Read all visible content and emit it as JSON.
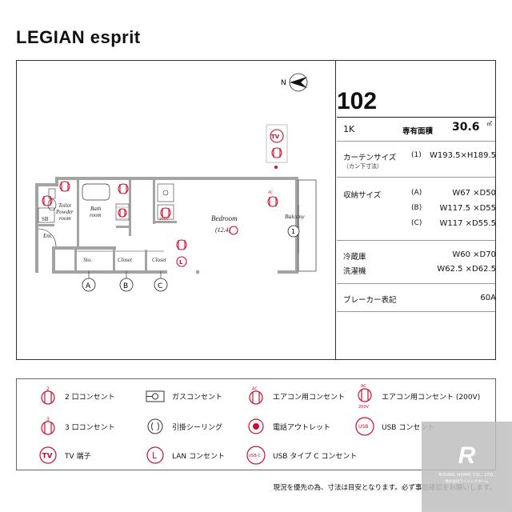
{
  "title": "LEGIAN esprit",
  "unit": {
    "number": "102",
    "layout": "1K",
    "area_label": "専有面積",
    "area_value": "30.6",
    "area_unit": "㎡"
  },
  "curtain": {
    "label": "カーテンサイズ",
    "sub": "（カン下寸法）",
    "marker": "1",
    "value": "W193.5×H189.5"
  },
  "storage": {
    "label": "収納サイズ",
    "items": [
      {
        "marker": "A",
        "value": "W67 ×D50"
      },
      {
        "marker": "B",
        "value": "W117.5 ×D55"
      },
      {
        "marker": "C",
        "value": "W117 ×D55.5"
      }
    ]
  },
  "fridge": {
    "label": "冷蔵庫",
    "value": "W60 ×D70"
  },
  "washer": {
    "label": "洗濯機",
    "value": "W62.5 ×D62.5"
  },
  "breaker": {
    "label": "ブレーカー表記",
    "value": "60A"
  },
  "floorplan": {
    "rooms": {
      "toilet": [
        "Toilet",
        "Powder",
        "room"
      ],
      "bath": [
        "Bath",
        "room"
      ],
      "bedroom": "Bedroom",
      "bedroom_size": "(12.4)",
      "balcony": "Balcony",
      "sb": "SB",
      "ent": "Ent.",
      "sto": "Sto.",
      "closet1": "Closet",
      "closet2": "Closet"
    },
    "markers": {
      "a": "A",
      "b": "B",
      "c": "C",
      "window": "1"
    },
    "compass": "N",
    "outlet_tv": "TV",
    "outlet_l": "L",
    "outlet_ac": "AC",
    "outlet_200v": "200V"
  },
  "legend": {
    "outlet2": "2 口コンセント",
    "outlet3": "3 口コンセント",
    "tv": "TV 端子",
    "gas": "ガスコンセント",
    "ceiling": "引掛シーリング",
    "lan": "LAN コンセント",
    "ac": "エアコン用コンセント",
    "phone": "電話アウトレット",
    "usbc": "USB タイプ C コンセント",
    "ac200": "エアコン用コンセント (200V)",
    "usb": "USB コンセント",
    "icon_2": "2",
    "icon_3": "3",
    "icon_tv": "TV",
    "icon_l": "L",
    "icon_ac": "AC",
    "icon_200v": "200V",
    "icon_usb": "USB",
    "icon_usbc": "USB-C"
  },
  "note": "現況を優先の為、寸法は目安となります。必ず事前確認をお願いします。",
  "logo": {
    "mark": "R",
    "line1": "RISING HOME CO., LTD.",
    "line2": "株式会社ライジングホーム"
  },
  "colors": {
    "accent": "#c8102e",
    "wall": "#9a9a9a",
    "line": "#333333"
  }
}
